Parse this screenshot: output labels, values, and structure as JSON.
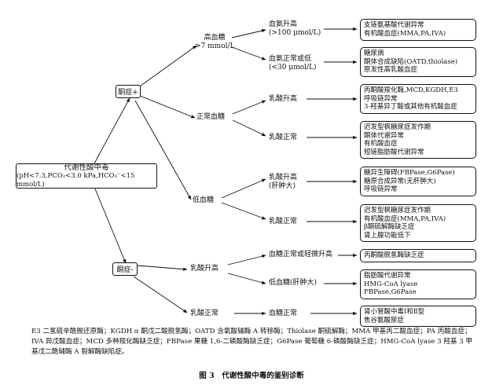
{
  "root": {
    "line1": "代谢性酸中毒",
    "line2": "(pH<7.3,PCO₂<3.0 kPa,HCO₃⁻<15 mmol/L)"
  },
  "ketosis_pos": "酮症+",
  "ketosis_neg": "酮症-",
  "high_glucose": {
    "line1": "高血糖",
    "line2": ">7 mmol/L"
  },
  "normal_glucose": "正常血糖",
  "low_glucose": "低血糖",
  "ammonia_high": {
    "line1": "血氨升高",
    "line2": "(>100 μmol/L)"
  },
  "ammonia_normal_low": {
    "line1": "血氨正常或低",
    "line2": "(<30 μmol/L)"
  },
  "lactate_high_1": "乳酸升高",
  "lactate_normal_1": "乳酸正常",
  "lactate_high_hepato": {
    "line1": "乳酸升高",
    "line2": "(肝肿大)"
  },
  "lactate_normal_2": "乳酸正常",
  "lactate_high_neg": "乳酸升高",
  "lactate_normal_neg": "乳酸正常",
  "glucose_normal_or_mild": "血糖正常或轻微升高",
  "low_glucose_hepato": "低血糖(肝肿大)",
  "glucose_normal": "血糖正常",
  "result_boxes": [
    [
      "支链氨基酸代谢异常",
      "有机酸血症(MMA,PA,IVA)"
    ],
    [
      "糖尿病",
      "酮体合成缺陷(OATD,thiolase)",
      "原发性高乳酸血症"
    ],
    [
      "丙酮酸羧化酶,MCD,KGDH,E3",
      "呼吸链异常",
      "3-羟基异丁酸或其他有机酸血症"
    ],
    [
      "迟发型枫糖尿症发作期",
      "酮体代谢异常",
      "有机酸血症",
      "短链脂肪酸代谢异常"
    ],
    [
      "糖异生障碍(FBPase,G6Pase)",
      "糖原合成异常(无肝肿大)",
      "呼吸链异常"
    ],
    [
      "迟发型枫糖尿症发作期",
      "有机酸血症(MMA,PA,IVA)",
      "β酮硫解酶缺乏症",
      "肾上腺功能低下"
    ],
    [
      "丙酮酸脱氢酶缺乏症"
    ],
    [
      "脂肪酸代谢异常",
      "HMG-CoA lyase",
      "FBPase,G6Pase"
    ],
    [
      "肾小管酸中毒Ⅰ和Ⅱ型",
      "焦谷氨酸尿症"
    ]
  ],
  "footnote": "E3 二氢硫辛酰胺还原酶；KGDH α 酮戊二酸脱氢酶；OATD 含氧酸辅酶 A 转移酶；Thiolase 酮硫解酶；MMA 甲基丙二酸血症；PA 丙酸血症；IVA 异戊酸血症；MCD 多种羧化酶缺乏症；FBPase 果糖 1,6-二磷酸酶缺乏症；G6Pase 葡萄糖 6-磷酸酶缺乏症；HMG-CoA lyase 3 羟基 3 甲基戊二酰辅酶 A 裂解酶缺陷症。",
  "caption": "图 3　代谢性酸中毒的鉴别诊断"
}
